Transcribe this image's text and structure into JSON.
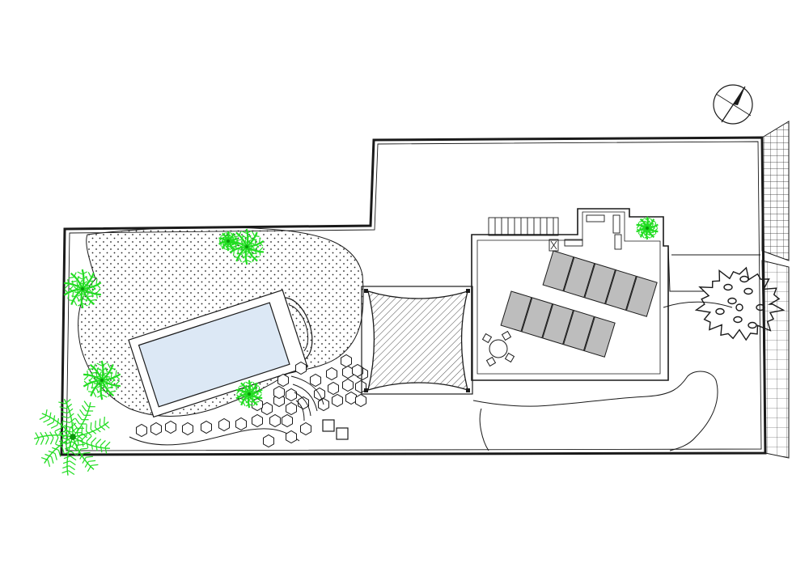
{
  "drawing": {
    "type": "site-plan",
    "colors": {
      "line": "#1a1a1a",
      "pool_water": "#dce8f5",
      "plant": "#22dd22",
      "plant_dark": "#0a9a0a",
      "solar_panel": "#bdbdbd",
      "background": "#ffffff"
    },
    "elements": {
      "north_arrow": "compass-icon",
      "pool": "swimming-pool",
      "pergola": "shade-pergola",
      "house": "house-roof",
      "solar_panels": "solar-panel-array",
      "patio_set": "table-and-chairs",
      "tree": "deciduous-tree",
      "palms": "palm-plant",
      "stepping_stones": "hexagon-pavers",
      "mesh_wall": "mesh-fence"
    },
    "counts": {
      "solar_panel_rows": 2,
      "panels_per_row": 5
    }
  }
}
